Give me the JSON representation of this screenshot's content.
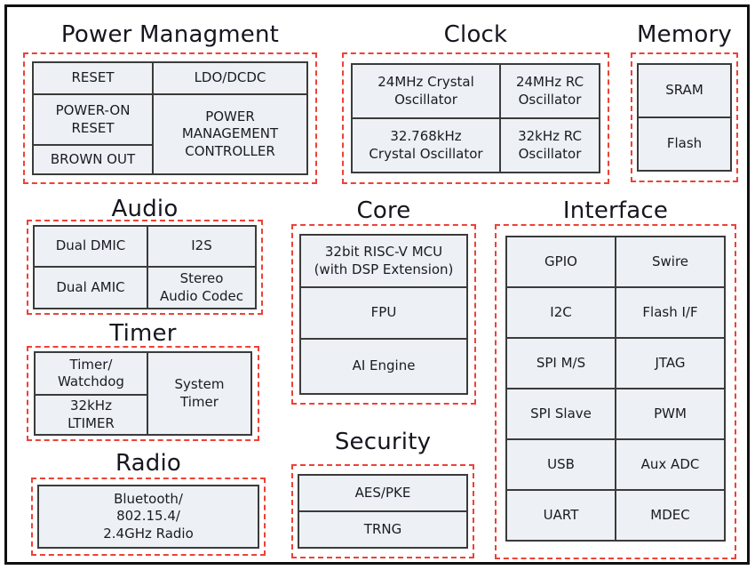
{
  "colors": {
    "outer_border": "#101010",
    "dashed_border": "#ee4137",
    "cell_background": "#edf1f5",
    "cell_border": "#3b3b3b",
    "text": "#1a1b24"
  },
  "sections": {
    "power": {
      "title": "Power Managment",
      "cells": {
        "reset": "RESET",
        "ldo_dcdc": "LDO/DCDC",
        "power_on_reset": "POWER-ON\nRESET",
        "pmc": "POWER\nMANAGEMENT\nCONTROLLER",
        "brown_out": "BROWN OUT"
      }
    },
    "clock": {
      "title": "Clock",
      "cells": {
        "xtal_24mhz": "24MHz Crystal\nOscillator",
        "rc_24mhz": "24MHz RC\nOscillator",
        "xtal_32khz": "32.768kHz\nCrystal Oscillator",
        "rc_32khz": "32kHz RC\nOscillator"
      }
    },
    "memory": {
      "title": "Memory",
      "cells": {
        "sram": "SRAM",
        "flash": "Flash"
      }
    },
    "audio": {
      "title": "Audio",
      "cells": {
        "dual_dmic": "Dual DMIC",
        "i2s": "I2S",
        "dual_amic": "Dual AMIC",
        "stereo_codec": "Stereo\nAudio Codec"
      }
    },
    "core": {
      "title": "Core",
      "cells": {
        "mcu": "32bit RISC-V MCU\n(with DSP Extension)",
        "fpu": "FPU",
        "ai_engine": "AI Engine"
      }
    },
    "interface": {
      "title": "Interface",
      "cells": {
        "gpio": "GPIO",
        "swire": "Swire",
        "i2c": "I2C",
        "flash_if": "Flash I/F",
        "spi_ms": "SPI M/S",
        "jtag": "JTAG",
        "spi_slave": "SPI Slave",
        "pwm": "PWM",
        "usb": "USB",
        "aux_adc": "Aux ADC",
        "uart": "UART",
        "mdec": "MDEC"
      }
    },
    "timer": {
      "title": "Timer",
      "cells": {
        "timer_watchdog": "Timer/\nWatchdog",
        "ltimer_32khz": "32kHz\nLTIMER",
        "system_timer": "System\nTimer"
      }
    },
    "security": {
      "title": "Security",
      "cells": {
        "aes_pke": "AES/PKE",
        "trng": "TRNG"
      }
    },
    "radio": {
      "title": "Radio",
      "cells": {
        "bluetooth": "Bluetooth/\n802.15.4/\n2.4GHz Radio"
      }
    }
  }
}
